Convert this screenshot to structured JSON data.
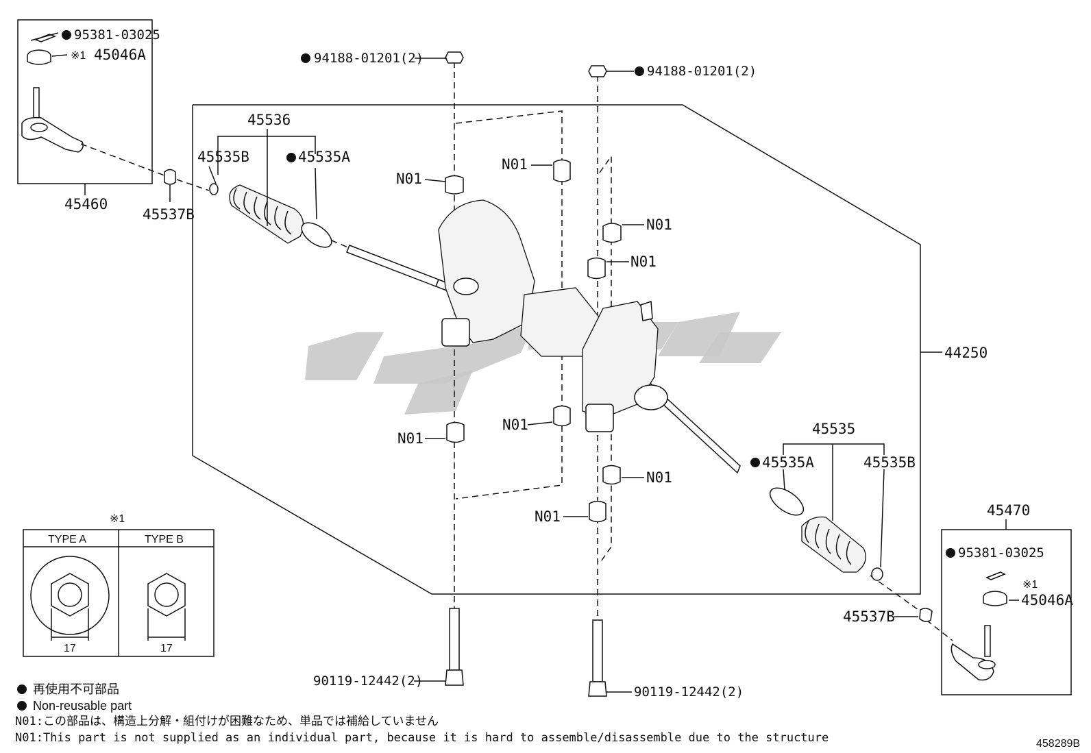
{
  "labels": {
    "p95381_top": "95381-03025",
    "p45046A_top": "45046A",
    "mark_top": "※1",
    "p45460": "45460",
    "p45537B_left": "45537B",
    "p45536": "45536",
    "p45535B_left": "45535B",
    "p45535A_left": "45535A",
    "p94188_left": "94188-01201(2)",
    "p94188_right": "94188-01201(2)",
    "n01": "N01",
    "p44250": "44250",
    "p45535": "45535",
    "p45535A_right": "45535A",
    "p45535B_right": "45535B",
    "p45470": "45470",
    "p95381_right": "95381-03025",
    "mark_right": "※1",
    "p45046A_right": "45046A",
    "p45537B_right": "45537B",
    "p90119_left": "90119-12442(2)",
    "p90119_right": "90119-12442(2)"
  },
  "type_table": {
    "mark": "※1",
    "type_a": "TYPE A",
    "type_b": "TYPE B",
    "size_a": "17",
    "size_b": "17"
  },
  "notes": {
    "nonreusable_ja": "再使用不可部品",
    "nonreusable_en": "Non-reusable part",
    "n01_ja": "N01:この部品は、構造上分解・組付けが困難なため、単品では補給していません",
    "n01_en": "N01:This part is not supplied as an individual part, because it is hard to assemble/disassemble due to the structure"
  },
  "figure_id": "458289B",
  "icons": [
    "non-reusable-dot-icon",
    "tie-rod-end-icon",
    "castle-nut-icon",
    "cotter-pin-icon",
    "bellows-boot-icon",
    "clamp-icon",
    "bushing-icon",
    "bolt-icon",
    "steering-gear-housing-icon",
    "watermark-logo-icon"
  ]
}
